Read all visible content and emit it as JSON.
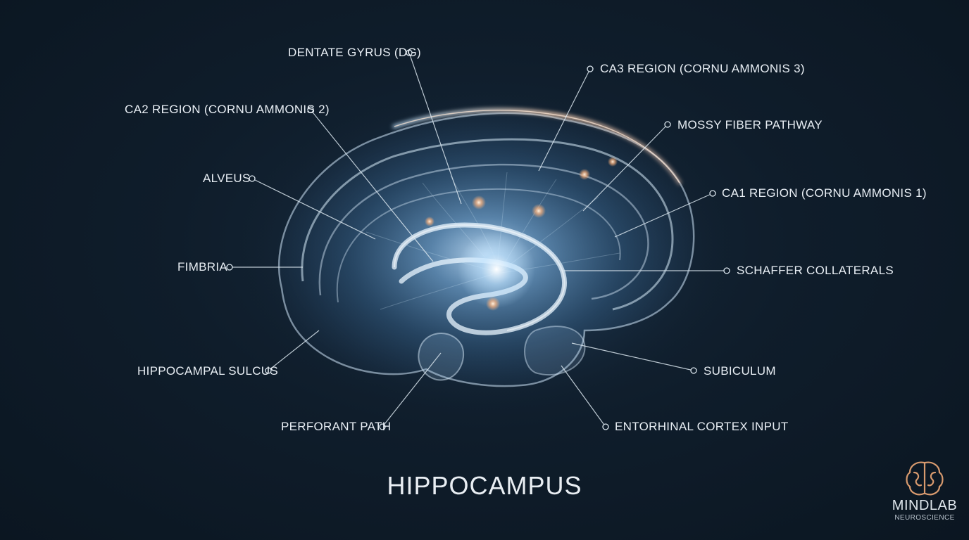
{
  "title": "HIPPOCAMPUS",
  "labels": [
    {
      "id": "dentate-gyrus",
      "text": "DENTATE GYRUS (DG)"
    },
    {
      "id": "ca3-region",
      "text": "CA3 REGION (CORNU AMMONIS 3)"
    },
    {
      "id": "ca2-region",
      "text": "CA2 REGION (CORNU AMMONIS 2)"
    },
    {
      "id": "mossy-fiber",
      "text": "MOSSY FIBER PATHWAY"
    },
    {
      "id": "alveus",
      "text": "ALVEUS"
    },
    {
      "id": "ca1-region",
      "text": "CA1 REGION (CORNU AMMONIS 1)"
    },
    {
      "id": "fimbria",
      "text": "FIMBRIA"
    },
    {
      "id": "schaffer",
      "text": "SCHAFFER COLLATERALS"
    },
    {
      "id": "hippocampal-sulcus",
      "text": "HIPPOCAMPAL SULCUS"
    },
    {
      "id": "subiculum",
      "text": "SUBICULUM"
    },
    {
      "id": "perforant-path",
      "text": "PERFORANT PATH"
    },
    {
      "id": "entorhinal",
      "text": "ENTORHINAL CORTEX INPUT"
    }
  ],
  "logo": {
    "name": "MINDLAB",
    "subtitle": "NEUROSCIENCE",
    "icon": "brain-icon"
  },
  "colors": {
    "background": "#0f1d2b",
    "glow": "#9fd3ff",
    "accent_warm": "#ffb27a",
    "line": "#d7e2ea"
  }
}
